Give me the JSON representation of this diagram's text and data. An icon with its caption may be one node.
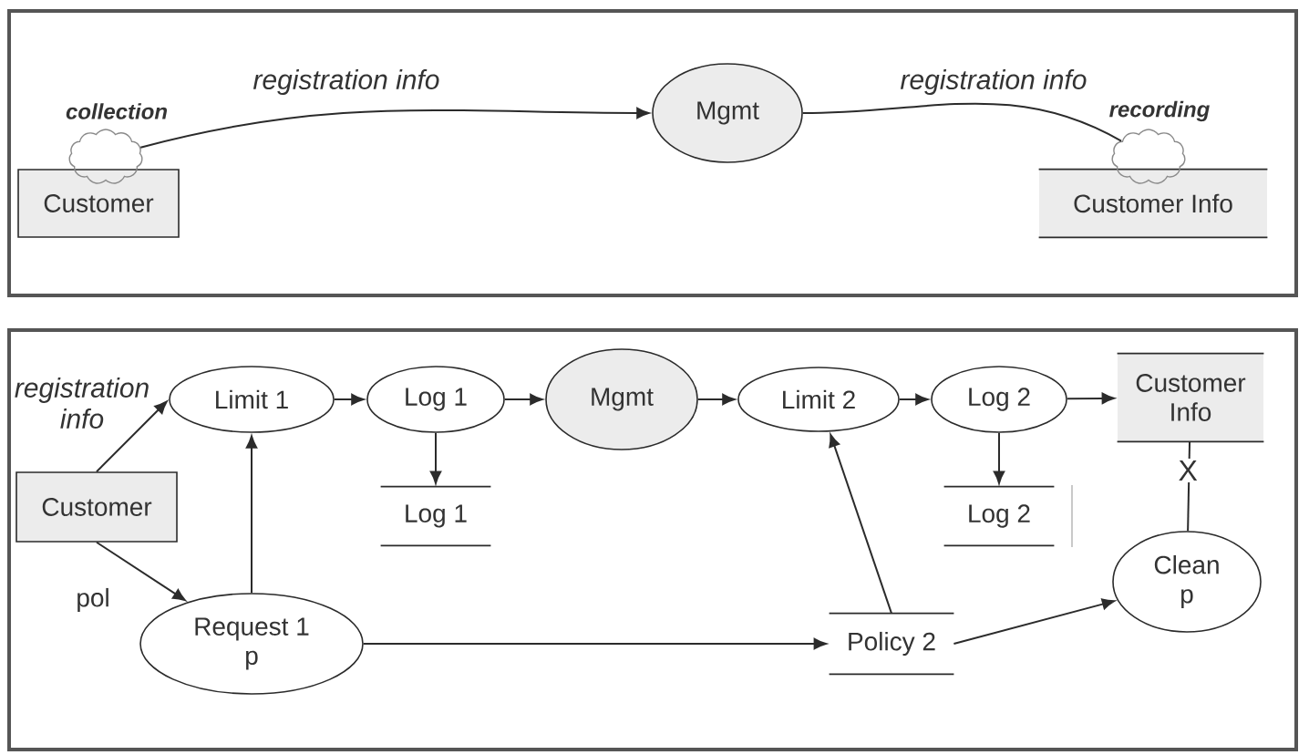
{
  "diagram": {
    "nodes": [
      {
        "text": [],
        "shape": "box"
      },
      {
        "text": [],
        "shape": "cloud",
        "beside": [
          "collection"
        ],
        "in": 0
      },
      {
        "text": [
          "Customer"
        ],
        "in": 0
      },
      {
        "text": [
          "Mgmt"
        ],
        "in": 0
      },
      {
        "text": [],
        "shape": "cloud",
        "beside": [
          "recording"
        ],
        "in": 0
      },
      {
        "text": [
          "Customer Info"
        ],
        "in": 0
      },
      {
        "text": [],
        "shape": "box"
      },
      {
        "text": [
          "Limit 1"
        ],
        "in": 6
      },
      {
        "text": [
          "Log 1"
        ],
        "in": 6
      },
      {
        "text": [
          "Mgmt"
        ],
        "in": 6
      },
      {
        "text": [
          "Limit 2"
        ],
        "in": 6
      },
      {
        "text": [
          "Log 2"
        ],
        "in": 6
      },
      {
        "text": [
          "Customer Info"
        ],
        "in": 6
      },
      {
        "text": [
          "Customer"
        ],
        "in": 6
      },
      {
        "text": [
          "Log 1"
        ],
        "in": 6
      },
      {
        "text": [
          "Log 2"
        ],
        "in": 6
      },
      {
        "text": [
          "Clean p"
        ],
        "in": 6
      },
      {
        "text": [
          "Request 1 p"
        ],
        "in": 6
      },
      {
        "text": [
          "Policy 2"
        ],
        "in": 6
      }
    ],
    "edges": [
      {
        "from": 1,
        "to": 3,
        "arrow": "to",
        "label": "registration info"
      },
      {
        "from": 3,
        "to": 4,
        "arrow": "none",
        "label": "registration info"
      },
      {
        "from": 13,
        "to": 7,
        "arrow": "to",
        "label": "registration info"
      },
      {
        "from": 7,
        "to": 8,
        "arrow": "to"
      },
      {
        "from": 8,
        "to": 9,
        "arrow": "to"
      },
      {
        "from": 9,
        "to": 10,
        "arrow": "to"
      },
      {
        "from": 10,
        "to": 11,
        "arrow": "to"
      },
      {
        "from": 11,
        "to": 12,
        "arrow": "to"
      },
      {
        "from": 8,
        "to": 14,
        "arrow": "to"
      },
      {
        "from": 11,
        "to": 15,
        "arrow": "to"
      },
      {
        "from": 13,
        "to": 17,
        "arrow": "to",
        "label": "pol"
      },
      {
        "from": 17,
        "to": 7,
        "arrow": "to"
      },
      {
        "from": 17,
        "to": 18,
        "arrow": "to"
      },
      {
        "from": 18,
        "to": 10,
        "arrow": "to"
      },
      {
        "from": 18,
        "to": 16,
        "arrow": "to"
      },
      {
        "from": 16,
        "to": 12,
        "arrow": "none",
        "label": "X"
      }
    ]
  }
}
